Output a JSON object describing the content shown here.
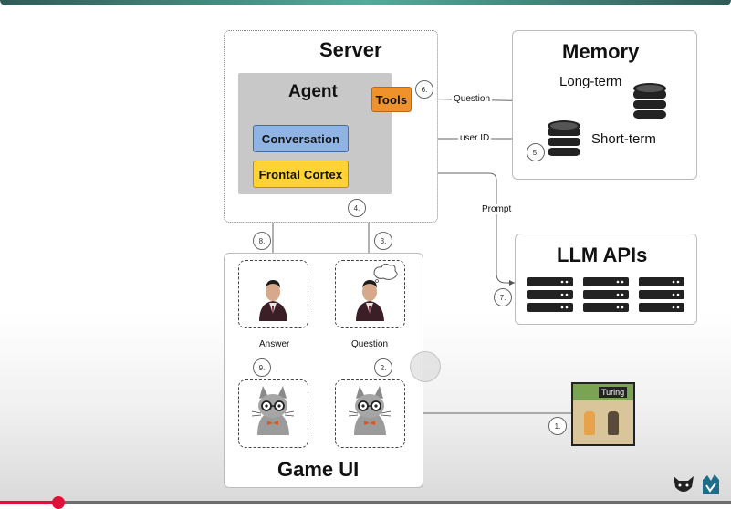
{
  "server": {
    "title": "Server"
  },
  "agent": {
    "title": "Agent"
  },
  "tools": {
    "label": "Tools"
  },
  "conversation": {
    "label": "Conversation"
  },
  "frontal_cortex": {
    "label": "Frontal Cortex"
  },
  "memory": {
    "title": "Memory",
    "long_term": "Long-term",
    "short_term": "Short-term"
  },
  "llm": {
    "title": "LLM APIs"
  },
  "game_ui": {
    "title": "Game UI"
  },
  "game_scene": {
    "name_tag": "Turing"
  },
  "edges": {
    "question_top": "Question",
    "user_id": "user ID",
    "prompt": "Prompt",
    "answer": "Answer",
    "question_bottom": "Question"
  },
  "steps": [
    "1.",
    "2.",
    "3.",
    "4.",
    "5.",
    "6.",
    "7.",
    "8.",
    "9."
  ],
  "colors": {
    "tools": "#f0922b",
    "conversation": "#8fb4e3",
    "frontal_cortex": "#ffd236",
    "agent_bg": "#c8c8c8",
    "progress": "#e0103a"
  },
  "video_progress": 0.08
}
